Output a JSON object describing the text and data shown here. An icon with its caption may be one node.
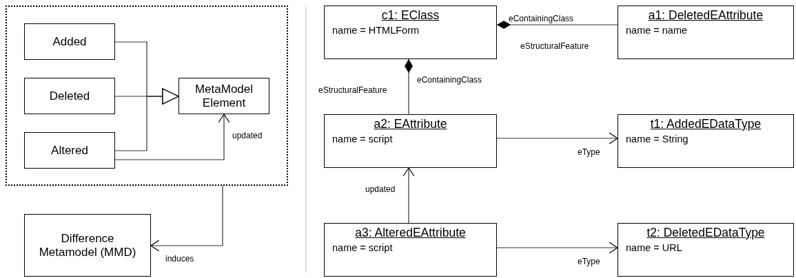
{
  "diagram": {
    "nodes": [
      {
        "text": [],
        "shape": "box"
      },
      {
        "text": [
          "Added"
        ],
        "in": 0
      },
      {
        "text": [
          "Deleted"
        ],
        "in": 0
      },
      {
        "text": [
          "Altered"
        ],
        "in": 0
      },
      {
        "text": [
          "MetaModel Element"
        ],
        "in": 0
      },
      {
        "text": [
          "Difference Metamodel (MMD)"
        ]
      },
      {
        "text": [
          "c1: EClass",
          "name = HTMLForm"
        ]
      },
      {
        "text": [
          "a1: DeletedEAttribute",
          "name = name"
        ]
      },
      {
        "text": [
          "a2: EAttribute",
          "name = script"
        ]
      },
      {
        "text": [
          "t1: AddedEDataType",
          "name = String"
        ]
      },
      {
        "text": [
          "a3: AlteredEAttribute",
          "name = script"
        ]
      },
      {
        "text": [
          "t2: DeletedEDataType",
          "name = URL"
        ]
      }
    ],
    "edges": [
      {
        "from": 1,
        "to": 4,
        "arrow": "to"
      },
      {
        "from": 2,
        "to": 4,
        "arrow": "to"
      },
      {
        "from": 3,
        "to": 4,
        "arrow": "to"
      },
      {
        "from": 3,
        "to": 4,
        "arrow": "to",
        "label": "updated"
      },
      {
        "from": 0,
        "to": 5,
        "arrow": "to",
        "label": "induces"
      },
      {
        "from": 6,
        "to": 7,
        "arrow": "other",
        "label": "eContainingClass"
      },
      {
        "from": 6,
        "to": 8,
        "arrow": "other",
        "label": "eContainingClass"
      },
      {
        "from": 8,
        "to": 9,
        "arrow": "to",
        "label": "eType"
      },
      {
        "from": 10,
        "to": 8,
        "arrow": "to",
        "label": "updated"
      },
      {
        "from": 10,
        "to": 11,
        "arrow": "to",
        "label": "eType"
      }
    ],
    "labels": [
      "eStructuralFeature",
      "eStructuralFeature"
    ]
  }
}
